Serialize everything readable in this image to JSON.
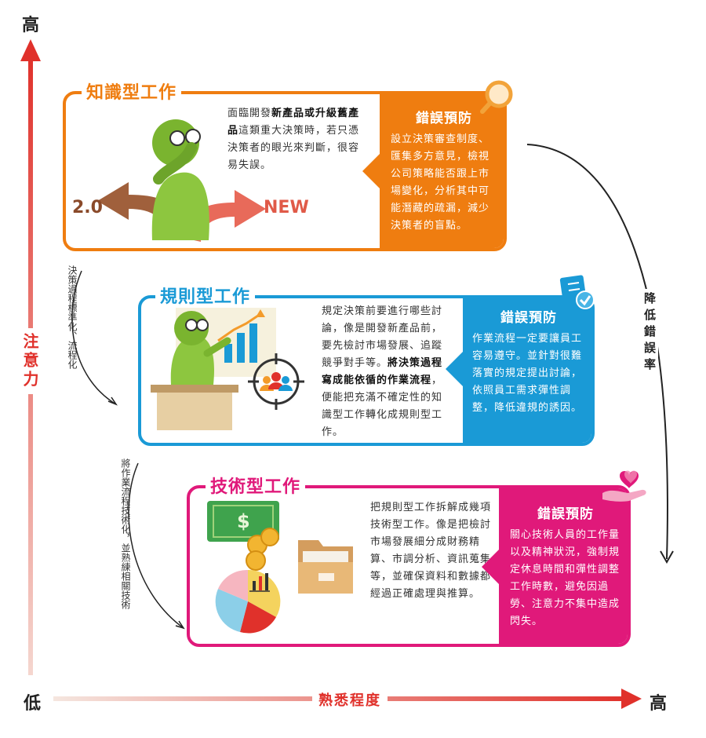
{
  "axes": {
    "y_high": "高",
    "y_low": "低",
    "y_title": "注意力",
    "x_high": "高",
    "x_title": "熟悉程度"
  },
  "side_notes": {
    "first": "決策過程標準化、流程化",
    "second": "將作業流程技術化，並熟練相關技術"
  },
  "right_arrow_label": "降低錯誤率",
  "cards": [
    {
      "title": "知識型工作",
      "color": "#ef7d10",
      "desc_parts": [
        "面臨開發",
        "新產品或升級舊產品",
        "這類重大決策時，若只憑決策者的眼光來判斷，很容易失誤。"
      ],
      "badge_left": "2.0",
      "badge_right": "NEW",
      "panel_title": "錯誤預防",
      "panel_body": "設立決策審查制度、匯集多方意見，檢視公司策略能否跟上市場變化，分析其中可能潛藏的疏漏，減少決策者的盲點。"
    },
    {
      "title": "規則型工作",
      "color": "#1a9ad6",
      "desc_parts": [
        "規定決策前要進行哪些討論，像是開發新產品前，要先檢討市場發展、追蹤競爭對手等。",
        "將決策過程寫成能依循的作業流程",
        "，便能把充滿不確定性的知識型工作轉化成規則型工作。"
      ],
      "panel_title": "錯誤預防",
      "panel_body": "作業流程一定要讓員工容易遵守。並針對很難落實的規定提出討論，依照員工需求彈性調整，降低違規的誘因。"
    },
    {
      "title": "技術型工作",
      "color": "#e0197a",
      "desc": "把規則型工作拆解成幾項技術型工作。像是把檢討市場發展細分成財務精算、市調分析、資訊蒐集等，並確保資料和數據都經過正確處理與推算。",
      "panel_title": "錯誤預防",
      "panel_body": "關心技術人員的工作量以及精神狀況，強制規定休息時間和彈性調整工作時數，避免因過勞、注意力不集中造成閃失。"
    }
  ]
}
